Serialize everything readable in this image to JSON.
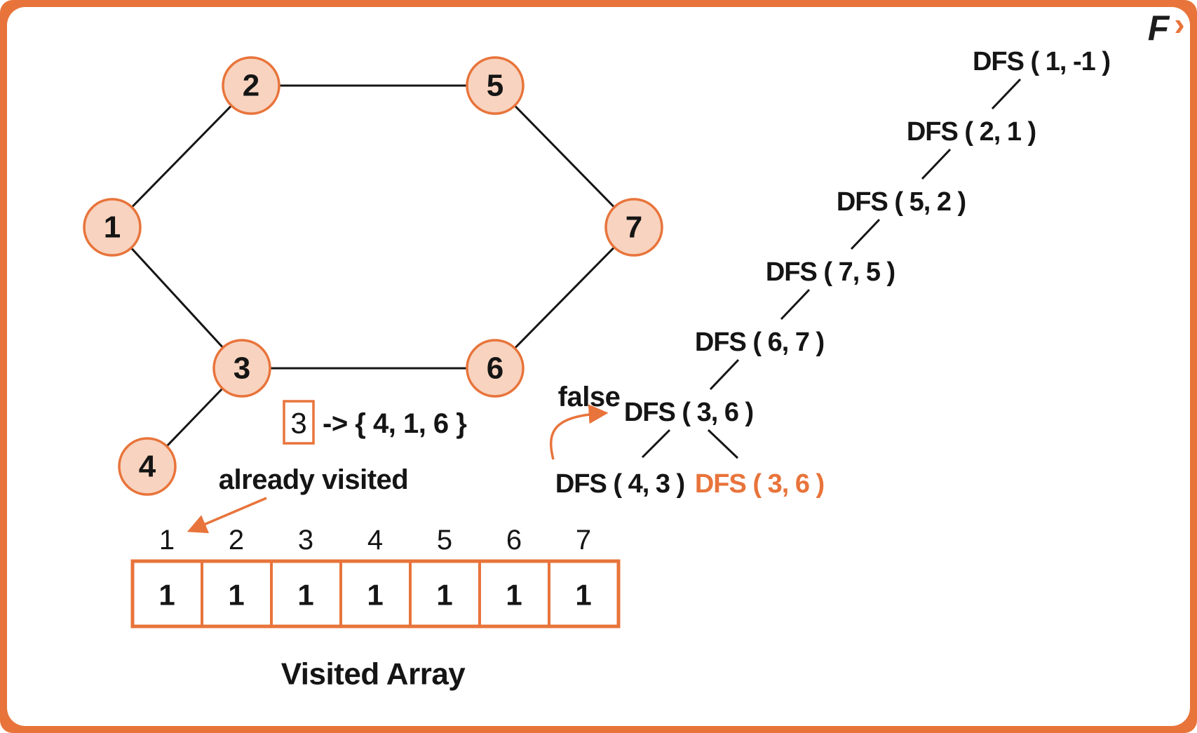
{
  "logo": {
    "letter": "F",
    "chevron": "›"
  },
  "colors": {
    "accent": "#E8743B",
    "node_fill": "#F8D3BF",
    "line": "#151515"
  },
  "graph": {
    "nodes": [
      {
        "label": "1"
      },
      {
        "label": "2"
      },
      {
        "label": "3"
      },
      {
        "label": "4"
      },
      {
        "label": "5"
      },
      {
        "label": "6"
      },
      {
        "label": "7"
      }
    ],
    "edges": [
      [
        "2",
        "5"
      ],
      [
        "1",
        "2"
      ],
      [
        "1",
        "3"
      ],
      [
        "3",
        "6"
      ],
      [
        "5",
        "7"
      ],
      [
        "6",
        "7"
      ],
      [
        "3",
        "4"
      ]
    ]
  },
  "adjacency": {
    "key": "3",
    "rest": "-> { 4, 1, 6 }"
  },
  "annotations": {
    "already_visited": "already visited",
    "false_label": "false"
  },
  "visited_array": {
    "indices": [
      "1",
      "2",
      "3",
      "4",
      "5",
      "6",
      "7"
    ],
    "values": [
      "1",
      "1",
      "1",
      "1",
      "1",
      "1",
      "1"
    ],
    "caption": "Visited Array"
  },
  "call_stack": {
    "calls": [
      "DFS ( 1, -1 )",
      "DFS ( 2, 1 )",
      "DFS ( 5, 2 )",
      "DFS ( 7, 5 )",
      "DFS ( 6, 7 )",
      "DFS ( 3, 6 )",
      "DFS ( 4, 3 )",
      "DFS ( 3, 6 )"
    ]
  }
}
